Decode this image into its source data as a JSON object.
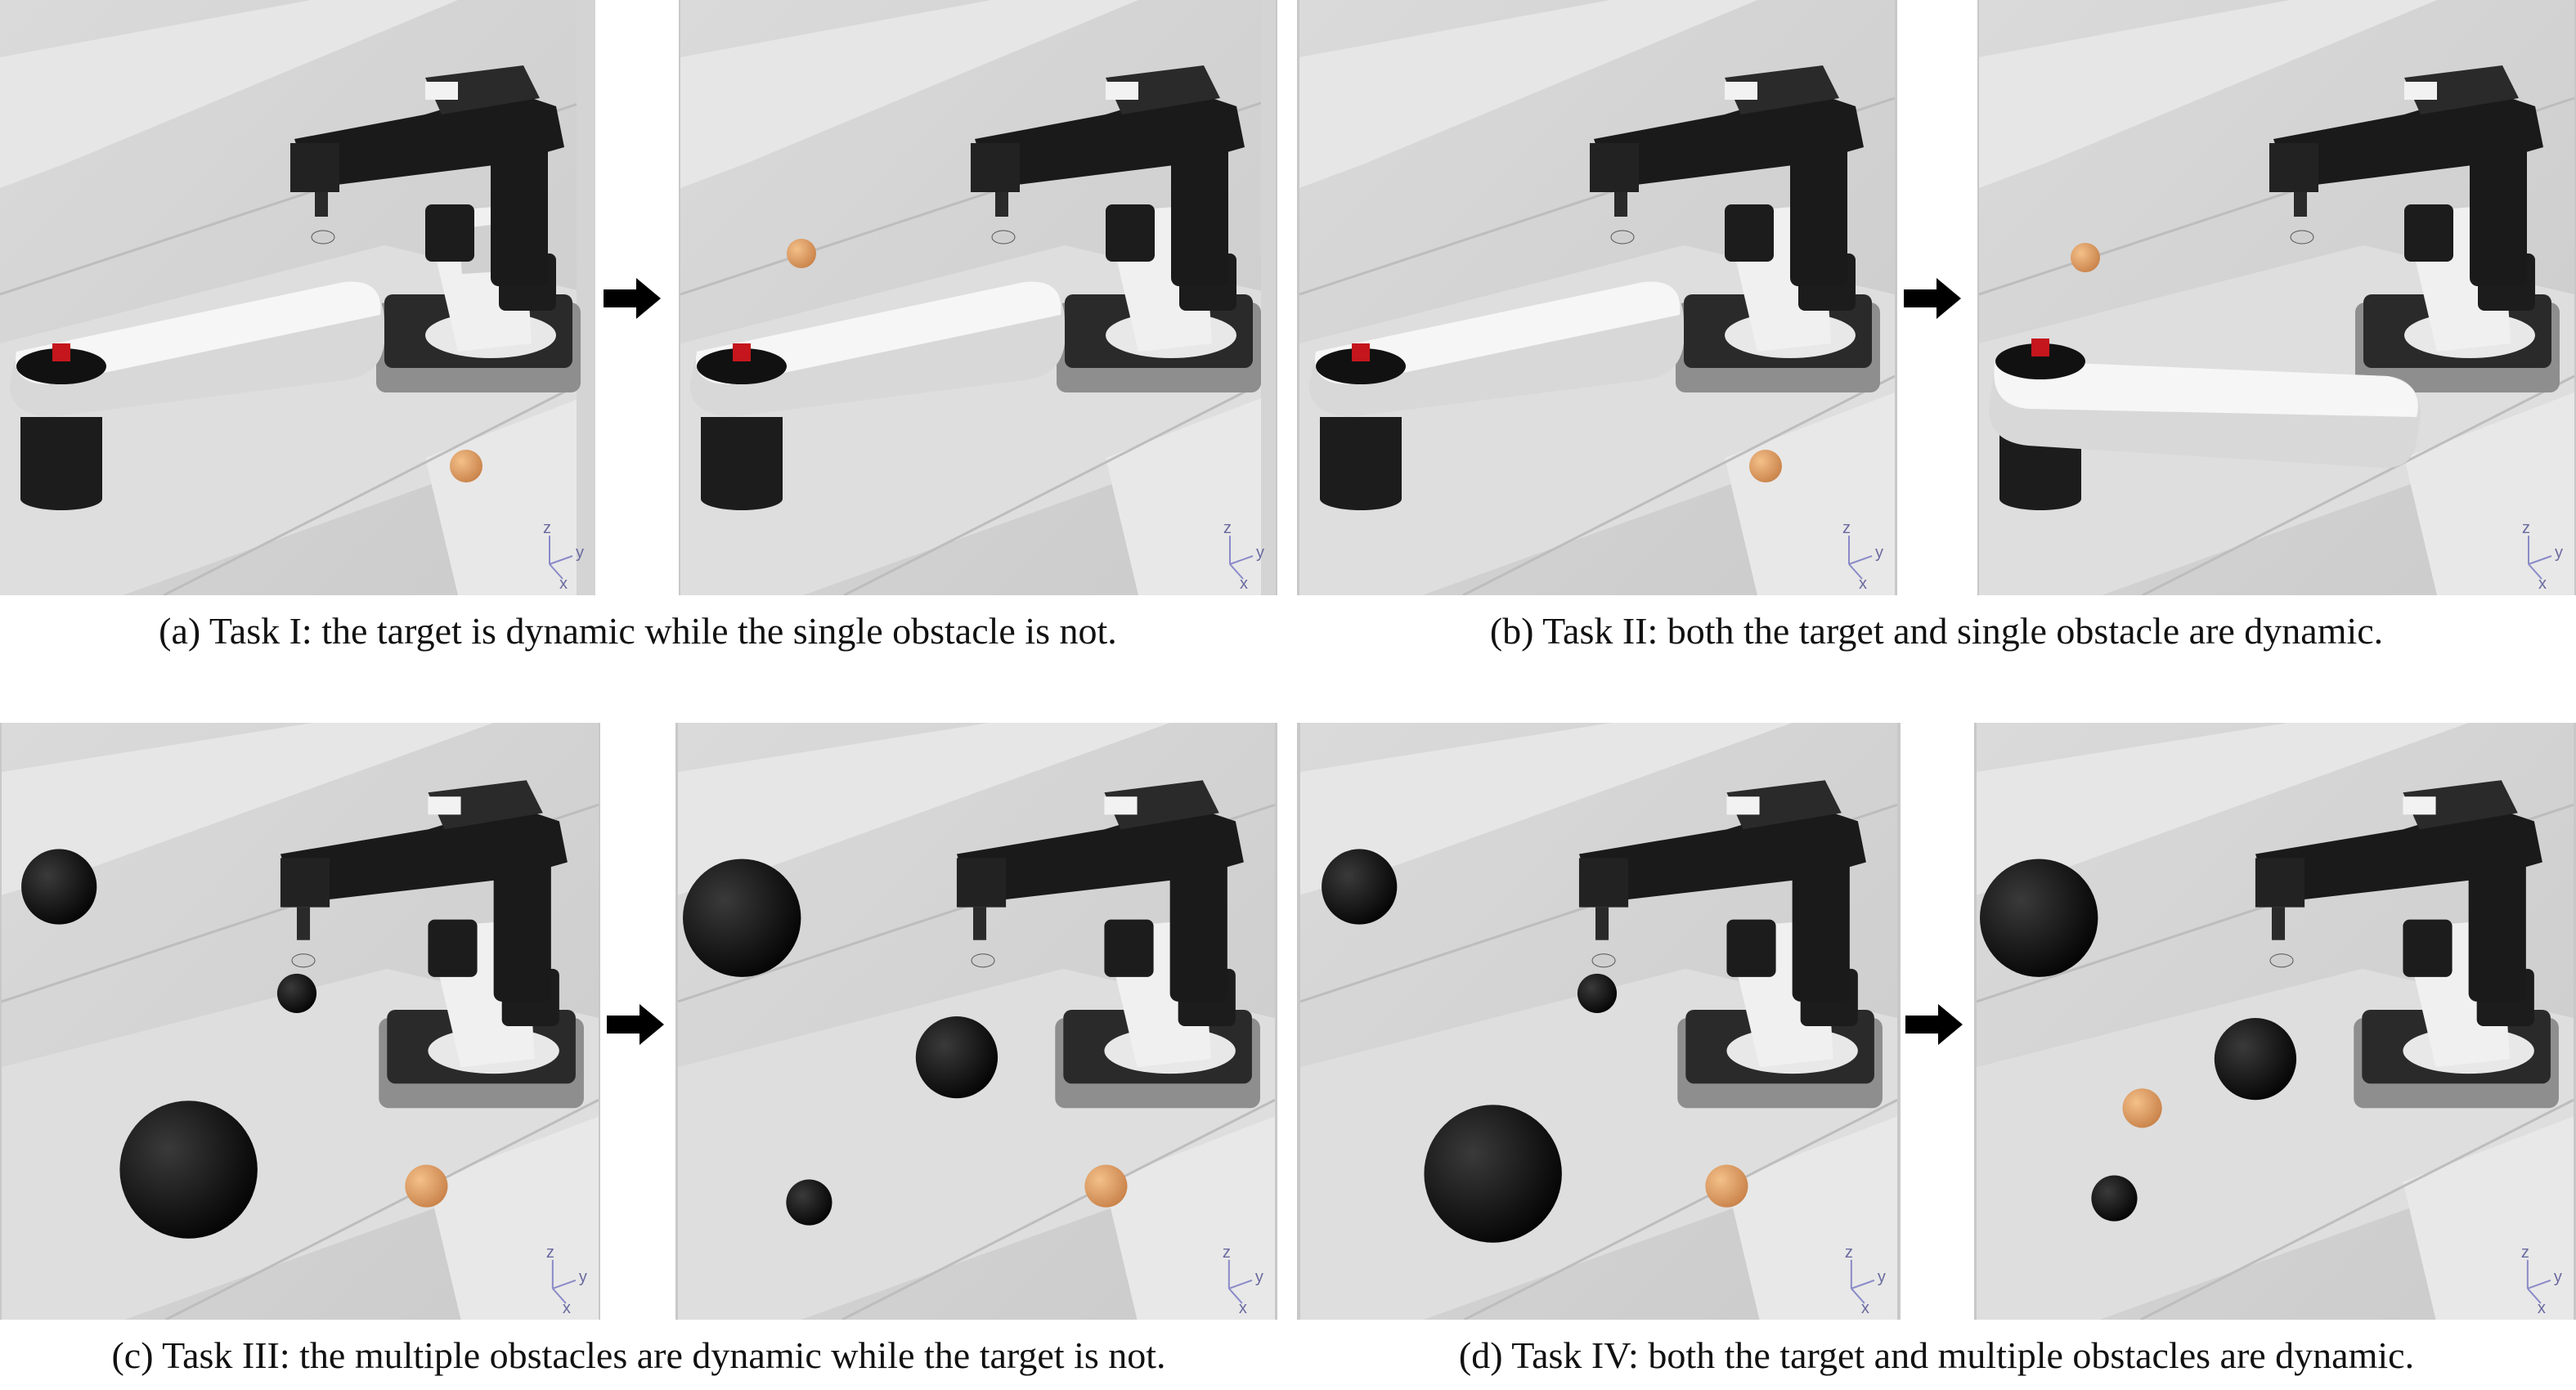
{
  "figure": {
    "captions": {
      "a": "(a) Task I: the target is dynamic while the single obstacle is not.",
      "b": "(b) Task II: both the target and single obstacle are dynamic.",
      "c": "(c) Task III: the multiple obstacles are dynamic while the target is not.",
      "d": "(d) Task IV: both the target and multiple obstacles are dynamic."
    },
    "axis_labels": {
      "z": "z",
      "y": "y",
      "x": "x"
    },
    "colors": {
      "floor_light": "#e3e3e3",
      "floor_dark": "#cdcdcd",
      "robot_black": "#1a1a1a",
      "robot_white": "#f2f2f2",
      "target_orange": "#e0a062",
      "obstacle_black": "#0c0c0c",
      "arrow": "#000000"
    }
  }
}
